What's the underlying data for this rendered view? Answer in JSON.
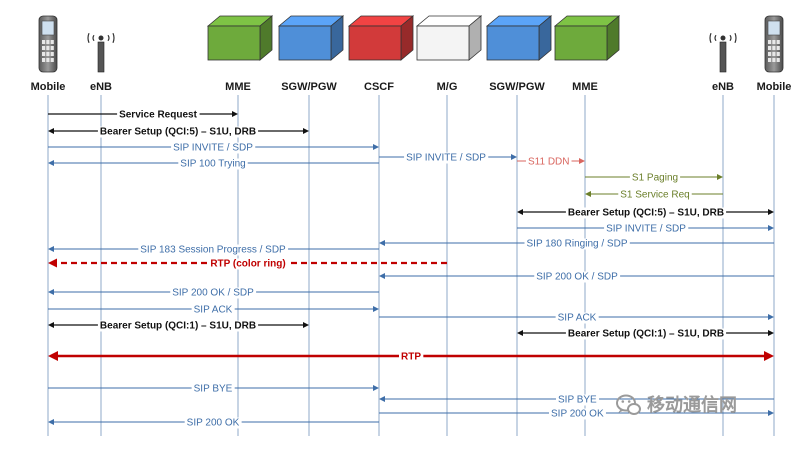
{
  "colors": {
    "blue": "#3e6ea8",
    "black": "#111111",
    "red": "#c00000",
    "pink": "#d9665f",
    "olive": "#6b7f2a",
    "lifeline": "#8fa9c9",
    "watermark": "#9a9a9a"
  },
  "entities": [
    {
      "key": "mobile_left",
      "label": "Mobile",
      "kind": "phone"
    },
    {
      "key": "enb_left",
      "label": "eNB",
      "kind": "antenna"
    },
    {
      "key": "mme_left",
      "label": "MME",
      "kind": "box",
      "color": "#6eaa3c"
    },
    {
      "key": "sgw_left",
      "label": "SGW/PGW",
      "kind": "box",
      "color": "#4f8fd8"
    },
    {
      "key": "cscf",
      "label": "CSCF",
      "kind": "box",
      "color": "#d23a3a"
    },
    {
      "key": "mg",
      "label": "M/G",
      "kind": "box",
      "color": "#f4f4f4"
    },
    {
      "key": "sgw_right",
      "label": "SGW/PGW",
      "kind": "box",
      "color": "#4f8fd8"
    },
    {
      "key": "mme_right",
      "label": "MME",
      "kind": "box",
      "color": "#6eaa3c"
    },
    {
      "key": "enb_right",
      "label": "eNB",
      "kind": "antenna"
    },
    {
      "key": "mobile_right",
      "label": "Mobile",
      "kind": "phone"
    }
  ],
  "messages": [
    {
      "label": "Service Request",
      "from": "mobile_left",
      "to": "mme_left",
      "style": "black"
    },
    {
      "label": "Bearer Setup (QCI:5) – S1U, DRB",
      "from": "mobile_left",
      "to": "sgw_left",
      "style": "black",
      "both": true
    },
    {
      "label": "SIP INVITE / SDP",
      "from": "mobile_left",
      "to": "cscf",
      "style": "blue"
    },
    {
      "label": "SIP 100 Trying",
      "from": "cscf",
      "to": "mobile_left",
      "style": "blue"
    },
    {
      "label": "SIP INVITE / SDP",
      "from": "cscf",
      "to": "sgw_right",
      "style": "blue"
    },
    {
      "label": "S11 DDN",
      "from": "sgw_right",
      "to": "mme_right",
      "style": "pink"
    },
    {
      "label": "S1 Paging",
      "from": "mme_right",
      "to": "enb_right",
      "style": "olive"
    },
    {
      "label": "S1 Service Req",
      "from": "enb_right",
      "to": "mme_right",
      "style": "olive"
    },
    {
      "label": "Bearer Setup (QCI:5) – S1U, DRB",
      "from": "sgw_right",
      "to": "mobile_right",
      "style": "black",
      "both": true
    },
    {
      "label": "SIP INVITE / SDP",
      "from": "sgw_right",
      "to": "mobile_right",
      "style": "blue"
    },
    {
      "label": "SIP 180 Ringing / SDP",
      "from": "mobile_right",
      "to": "cscf",
      "style": "blue"
    },
    {
      "label": "SIP 183 Session Progress / SDP",
      "from": "cscf",
      "to": "mobile_left",
      "style": "blue"
    },
    {
      "label": "RTP (color ring)",
      "from": "mg",
      "to": "mobile_left",
      "style": "red_dashed"
    },
    {
      "label": "SIP 200 OK / SDP",
      "from": "mobile_right",
      "to": "cscf",
      "style": "blue"
    },
    {
      "label": "SIP 200 OK / SDP",
      "from": "cscf",
      "to": "mobile_left",
      "style": "blue"
    },
    {
      "label": "SIP ACK",
      "from": "mobile_left",
      "to": "cscf",
      "style": "blue"
    },
    {
      "label": "SIP ACK",
      "from": "cscf",
      "to": "mobile_right",
      "style": "blue"
    },
    {
      "label": "Bearer Setup (QCI:1) – S1U, DRB",
      "from": "mobile_left",
      "to": "sgw_left",
      "style": "black",
      "both": true
    },
    {
      "label": "Bearer Setup (QCI:1) – S1U, DRB",
      "from": "sgw_right",
      "to": "mobile_right",
      "style": "black",
      "both": true
    },
    {
      "label": "RTP",
      "from": "mobile_left",
      "to": "mobile_right",
      "style": "red_thick",
      "both": true
    },
    {
      "label": "SIP BYE",
      "from": "mobile_left",
      "to": "cscf",
      "style": "blue"
    },
    {
      "label": "SIP BYE",
      "from": "mobile_right",
      "to": "cscf",
      "style": "blue"
    },
    {
      "label": "SIP 200 OK",
      "from": "cscf",
      "to": "mobile_right",
      "style": "blue"
    },
    {
      "label": "SIP 200 OK",
      "from": "cscf",
      "to": "mobile_left",
      "style": "blue"
    }
  ],
  "watermark": {
    "text": "移动通信网",
    "icon": "wechat-icon"
  }
}
